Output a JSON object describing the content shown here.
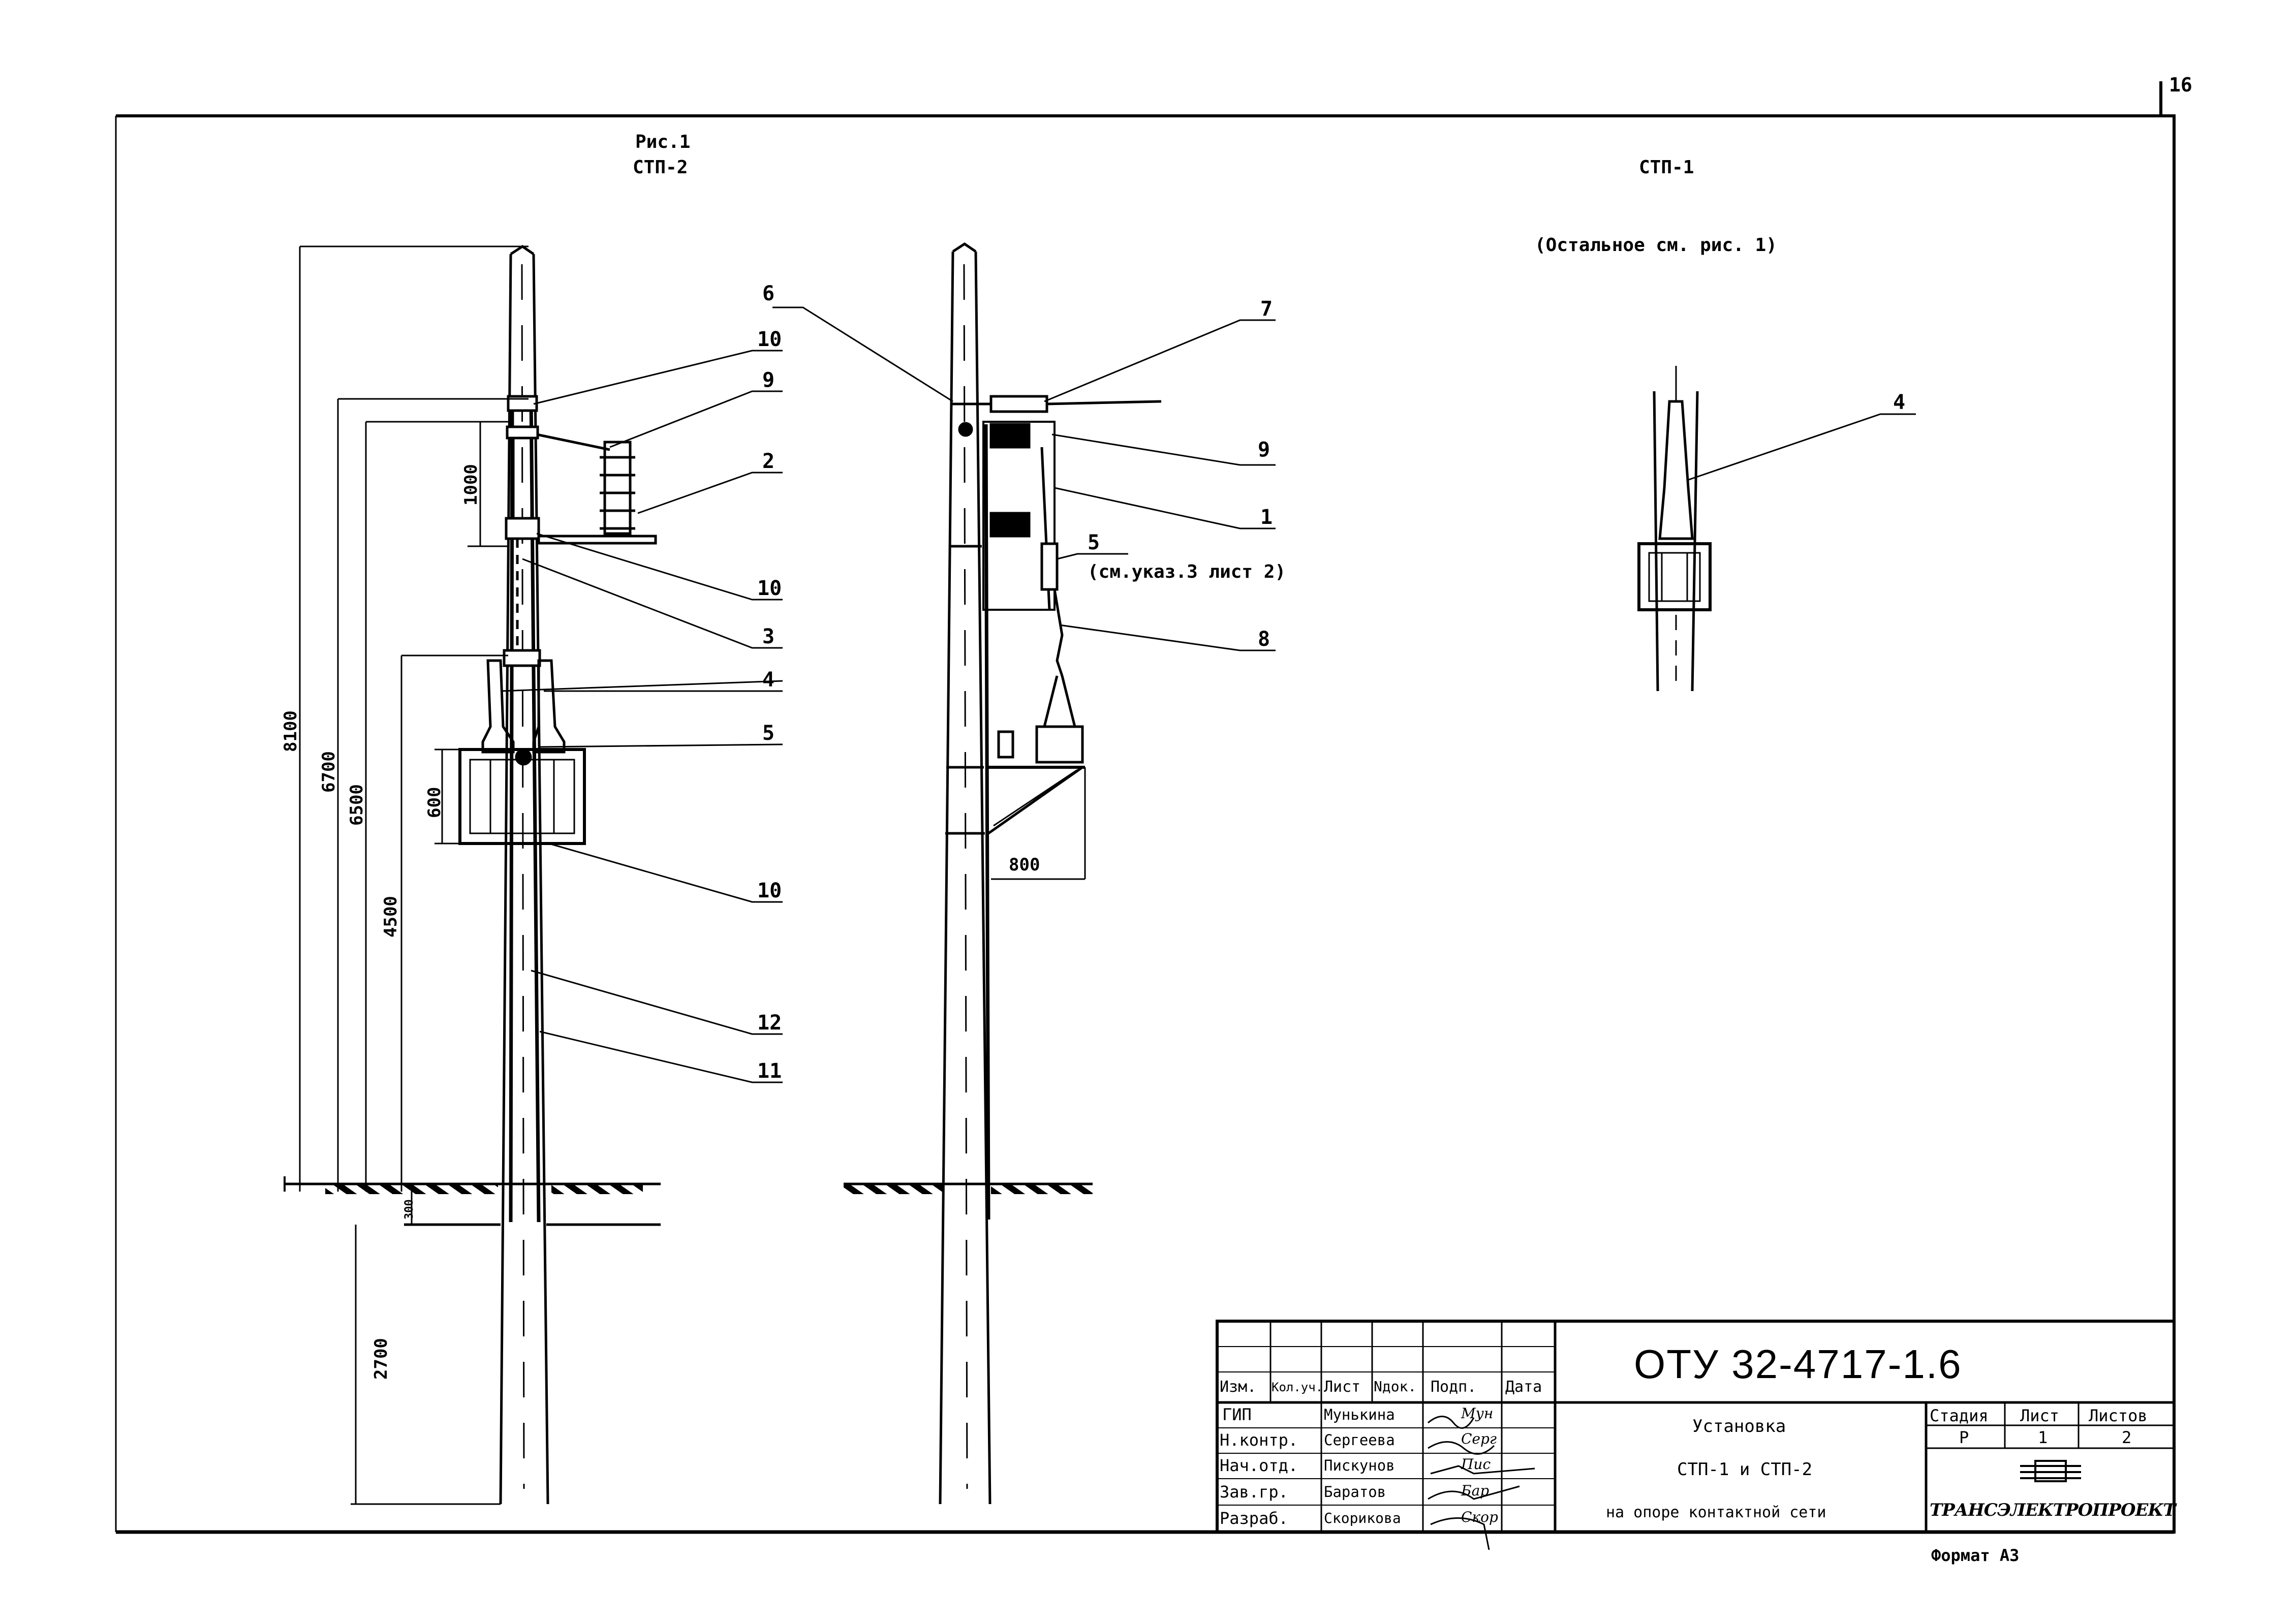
{
  "page_number": "16",
  "figure": {
    "label": "Рис.1",
    "left_title": "СТП-2",
    "right_title": "СТП-1",
    "note": "(Остальное см. рис. 1)"
  },
  "callouts": {
    "left": [
      "10",
      "9",
      "2",
      "10",
      "3",
      "4",
      "5",
      "10",
      "12",
      "11"
    ],
    "middle": [
      "6",
      "7",
      "9",
      "1",
      "5",
      "(см.указ.3 лист 2)",
      "8"
    ],
    "right": [
      "4"
    ]
  },
  "dimensions": {
    "d8100": "8100",
    "d6700": "6700",
    "d6500": "6500",
    "d1000": "1000",
    "d4500": "4500",
    "d600": "600",
    "d300": "300",
    "d2700": "2700",
    "d800": "800"
  },
  "title_block": {
    "doc_code": "ОТУ 32-4717-1.6",
    "headers": [
      "Изм.",
      "Кол.уч.",
      "Лист",
      "Nдок.",
      "Подп.",
      "Дата"
    ],
    "rows": [
      {
        "role": "ГИП",
        "name": "Мунькина",
        "sign": "Мун"
      },
      {
        "role": "Н.контр.",
        "name": "Сергеева",
        "sign": "Серг"
      },
      {
        "role": "Нач.отд.",
        "name": "Пискунов",
        "sign": "Пис"
      },
      {
        "role": "Зав.гр.",
        "name": "Баратов",
        "sign": "Бар"
      },
      {
        "role": "Разраб.",
        "name": "Скорикова",
        "sign": "Скор"
      }
    ],
    "title_lines": [
      "Установка",
      "СТП-1 и СТП-2",
      "на опоре контактной сети"
    ],
    "stage_label": "Стадия",
    "sheet_label": "Лист",
    "sheets_label": "Листов",
    "stage": "Р",
    "sheet": "1",
    "sheets": "2",
    "company": "ТРАНСЭЛЕКТРОПРОЕКТ",
    "format": "Формат А3"
  }
}
